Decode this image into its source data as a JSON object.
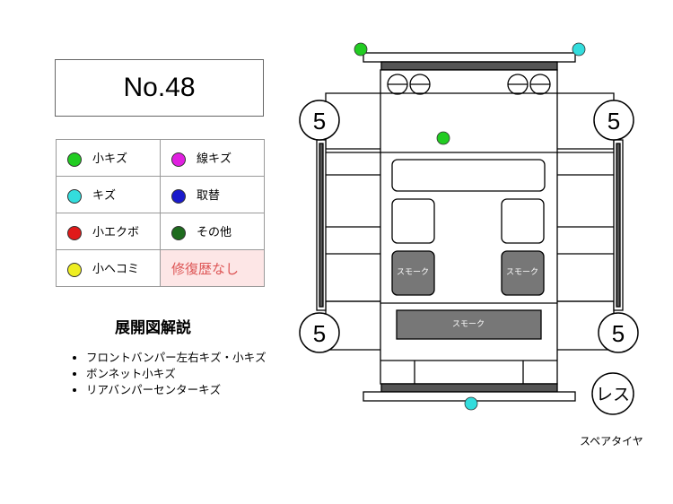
{
  "header": {
    "number": "No.48"
  },
  "legend": [
    {
      "label": "小キズ",
      "color": "#22cc22"
    },
    {
      "label": "線キズ",
      "color": "#e020e0"
    },
    {
      "label": "キズ",
      "color": "#33dddd"
    },
    {
      "label": "取替",
      "color": "#1a1acc"
    },
    {
      "label": "小エクボ",
      "color": "#e01a1a"
    },
    {
      "label": "その他",
      "color": "#1e6b1e"
    },
    {
      "label": "小ヘコミ",
      "color": "#eeee22"
    },
    {
      "label": "修復歴なし"
    }
  ],
  "notes": {
    "title": "展開図解説",
    "items": [
      "フロントバンパー左右キズ・小キズ",
      "ボンネット小キズ",
      "リアバンパーセンターキズ"
    ]
  },
  "diagram": {
    "tire_labels": [
      "5",
      "5",
      "5",
      "5"
    ],
    "spare_tire_mark": "レス",
    "spare_tire_label": "スペアタイヤ",
    "smoke_labels": [
      "スモーク",
      "スモーク",
      "スモーク"
    ]
  }
}
